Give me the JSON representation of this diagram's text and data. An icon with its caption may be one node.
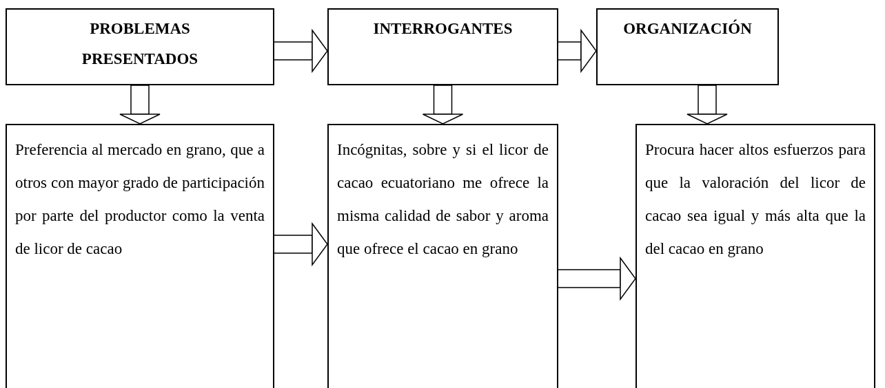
{
  "diagram": {
    "nodes": [
      {
        "text": [
          "PROBLEMAS PRESENTADOS"
        ]
      },
      {
        "text": [
          "INTERROGANTES"
        ]
      },
      {
        "text": [
          "ORGANIZACIÓN"
        ]
      },
      {
        "text": [
          "Preferencia al mercado en grano, que a otros con mayor grado de participación por parte del productor como la venta de licor de cacao"
        ]
      },
      {
        "text": [
          "Incógnitas, sobre y si el licor de cacao ecuatoriano me ofrece la misma calidad de sabor y aroma que ofrece el cacao en grano"
        ]
      },
      {
        "text": [
          "Procura hacer altos esfuerzos para que la valoración del licor de cacao sea igual y más alta que la del cacao en grano"
        ]
      }
    ],
    "edges": [
      {
        "from": 0,
        "to": 1,
        "arrow": "to"
      },
      {
        "from": 1,
        "to": 2,
        "arrow": "to"
      },
      {
        "from": 0,
        "to": 3,
        "arrow": "to"
      },
      {
        "from": 1,
        "to": 4,
        "arrow": "to"
      },
      {
        "from": 2,
        "to": 5,
        "arrow": "to"
      },
      {
        "from": 3,
        "to": 4,
        "arrow": "to"
      },
      {
        "from": 4,
        "to": 5,
        "arrow": "to"
      }
    ]
  }
}
